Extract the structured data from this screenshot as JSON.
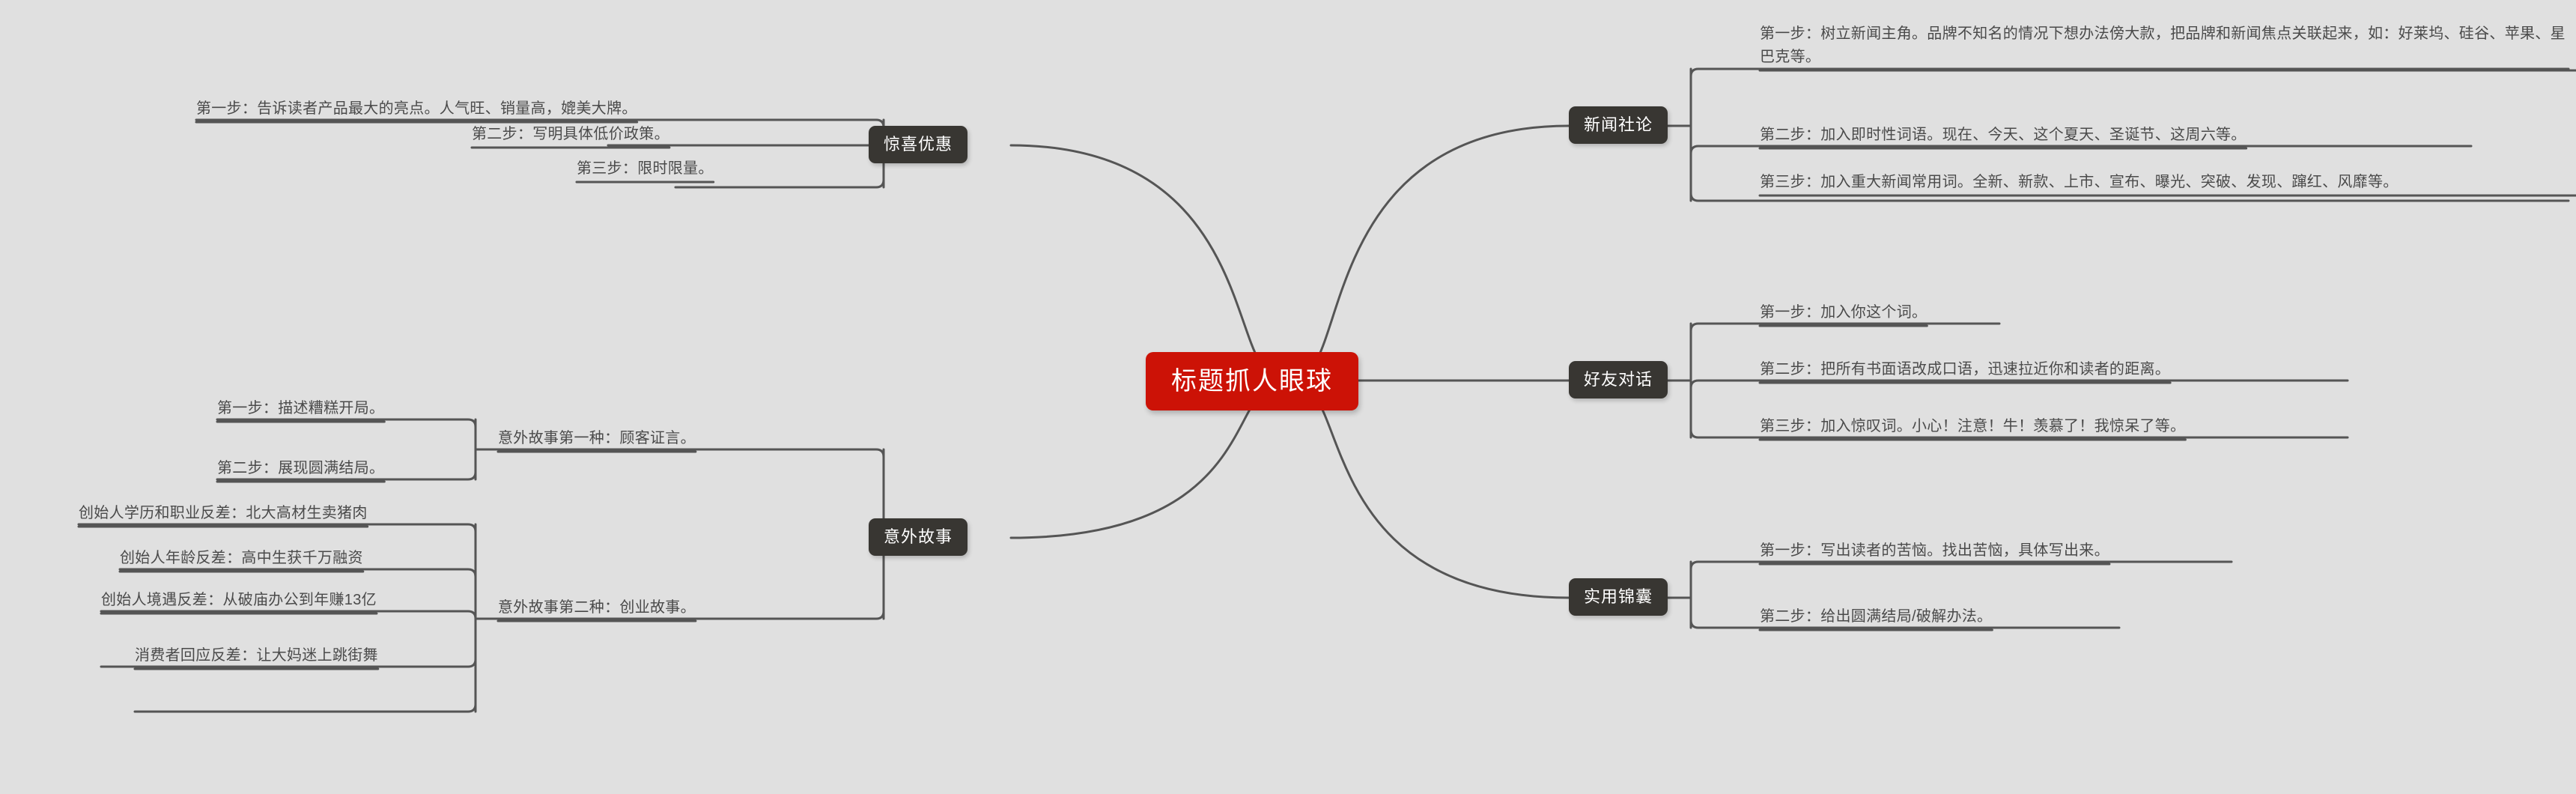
{
  "diagram": {
    "type": "mindmap",
    "background_color": "#e0e0e0",
    "root_color": "#cc1206",
    "branch_color": "#383632",
    "link_color": "#555555",
    "leaf_text_color": "#4a4a4a"
  },
  "root": {
    "label": "标题抓人眼球"
  },
  "branches": [
    {
      "id": "news",
      "label": "新闻社论",
      "side": "right",
      "children": [
        {
          "label": "第一步：树立新闻主角。品牌不知名的情况下想办法傍大款，把品牌和新闻焦点关联起来，如：好莱坞、硅谷、苹果、星巴克等。"
        },
        {
          "label": "第二步：加入即时性词语。现在、今天、这个夏天、圣诞节、这周六等。"
        },
        {
          "label": "第三步：加入重大新闻常用词。全新、新款、上市、宣布、曝光、突破、发现、蹿红、风靡等。"
        }
      ]
    },
    {
      "id": "friend",
      "label": "好友对话",
      "side": "right",
      "children": [
        {
          "label": "第一步：加入你这个词。"
        },
        {
          "label": "第二步：把所有书面语改成口语，迅速拉近你和读者的距离。"
        },
        {
          "label": "第三步：加入惊叹词。小心！注意！牛！羡慕了！我惊呆了等。"
        }
      ]
    },
    {
      "id": "tips",
      "label": "实用锦囊",
      "side": "right",
      "children": [
        {
          "label": "第一步：写出读者的苦恼。找出苦恼，具体写出来。"
        },
        {
          "label": "第二步：给出圆满结局/破解办法。"
        }
      ]
    },
    {
      "id": "surprise",
      "label": "惊喜优惠",
      "side": "left",
      "children": [
        {
          "label": "第一步：告诉读者产品最大的亮点。人气旺、销量高，媲美大牌。"
        },
        {
          "label": "第二步：写明具体低价政策。"
        },
        {
          "label": "第三步：限时限量。"
        }
      ]
    },
    {
      "id": "story",
      "label": "意外故事",
      "side": "left",
      "children": [
        {
          "label": "意外故事第一种：顾客证言。",
          "children": [
            {
              "label": "第一步：描述糟糕开局。"
            },
            {
              "label": "第二步：展现圆满结局。"
            }
          ]
        },
        {
          "label": "意外故事第二种：创业故事。",
          "children": [
            {
              "label": "创始人学历和职业反差：北大高材生卖猪肉"
            },
            {
              "label": "创始人年龄反差：高中生获千万融资"
            },
            {
              "label": "创始人境遇反差：从破庙办公到年赚13亿"
            },
            {
              "label": "消费者回应反差：让大妈迷上跳街舞"
            }
          ]
        }
      ]
    }
  ]
}
